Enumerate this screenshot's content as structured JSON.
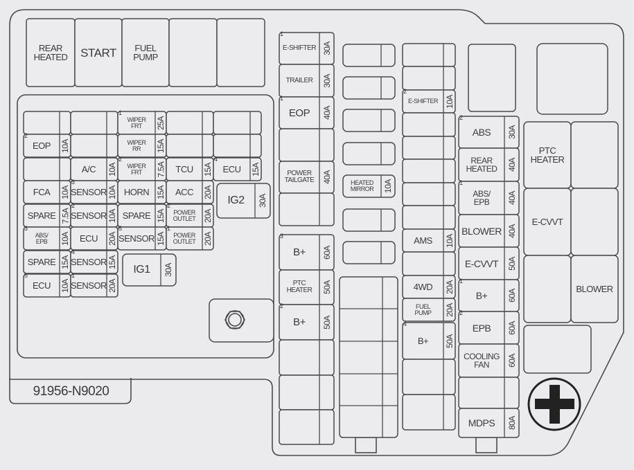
{
  "diagram": {
    "title": "Engine compartment fuse/relay box",
    "part_number": "91956-N9020",
    "top_relays": [
      {
        "label": "REAR\nHEATED"
      },
      {
        "label": "START"
      },
      {
        "label": "FUEL\nPUMP"
      },
      {
        "label": ""
      },
      {
        "label": ""
      }
    ],
    "left_fuses": [
      {
        "label": "",
        "amp": "",
        "num": ""
      },
      {
        "label": "",
        "amp": "",
        "num": ""
      },
      {
        "label": "WIPER\nFRT",
        "amp": "25A",
        "num": "1"
      },
      {
        "label": "",
        "amp": "",
        "num": ""
      },
      {
        "label": "",
        "amp": "",
        "num": ""
      },
      {
        "label": "EOP",
        "amp": "10A",
        "num": "2"
      },
      {
        "label": "",
        "amp": "",
        "num": ""
      },
      {
        "label": "WIPER\nRR",
        "amp": "15A",
        "num": ""
      },
      {
        "label": "",
        "amp": "",
        "num": ""
      },
      {
        "label": "",
        "amp": "",
        "num": ""
      },
      {
        "label": "",
        "amp": "",
        "num": ""
      },
      {
        "label": "A/C",
        "amp": "10A",
        "num": ""
      },
      {
        "label": "WIPER\nFRT",
        "amp": "7.5A",
        "num": "2"
      },
      {
        "label": "TCU",
        "amp": "15A",
        "num": ""
      },
      {
        "label": "ECU",
        "amp": "15A",
        "num": "4"
      },
      {
        "label": "FCA",
        "amp": "10A",
        "num": ""
      },
      {
        "label": "SENSOR",
        "amp": "10A",
        "num": "3"
      },
      {
        "label": "HORN",
        "amp": "15A",
        "num": ""
      },
      {
        "label": "ACC",
        "amp": "20A",
        "num": ""
      },
      {
        "label": "SPARE",
        "amp": "7.5A",
        "num": ""
      },
      {
        "label": "SENSOR",
        "amp": "10A",
        "num": "2"
      },
      {
        "label": "SPARE",
        "amp": "15A",
        "num": ""
      },
      {
        "label": "POWER\nOUTLET",
        "amp": "20A",
        "num": "2"
      },
      {
        "label": "ABS/\nEPB",
        "amp": "10A",
        "num": "3"
      },
      {
        "label": "ECU",
        "amp": "20A",
        "num": ""
      },
      {
        "label": "SENSOR",
        "amp": "15A",
        "num": "5"
      },
      {
        "label": "POWER\nOUTLET",
        "amp": "20A",
        "num": "1"
      },
      {
        "label": "SPARE",
        "amp": "15A",
        "num": ""
      },
      {
        "label": "SENSOR",
        "amp": "15A",
        "num": "4"
      },
      {
        "label": "ECU",
        "amp": "10A",
        "num": "5"
      },
      {
        "label": "SENSOR",
        "amp": "20A",
        "num": "1"
      }
    ],
    "ig_relays": [
      {
        "label": "IG2",
        "amp": "30A"
      },
      {
        "label": "IG1",
        "amp": "30A"
      }
    ],
    "col1": [
      {
        "label": "E-SHIFTER",
        "amp": "30A",
        "num": "1"
      },
      {
        "label": "TRAILER",
        "amp": "30A",
        "num": ""
      },
      {
        "label": "EOP",
        "amp": "40A",
        "num": "1"
      },
      {
        "label": "",
        "amp": "",
        "num": ""
      },
      {
        "label": "POWER\nTAILGATE",
        "amp": "40A",
        "num": ""
      },
      {
        "label": "",
        "amp": "",
        "num": ""
      },
      {
        "label": "B+",
        "amp": "60A",
        "num": "3"
      },
      {
        "label": "PTC\nHEATER",
        "amp": "50A",
        "num": ""
      },
      {
        "label": "B+",
        "amp": "50A",
        "num": "2"
      },
      {
        "label": "",
        "amp": "",
        "num": ""
      },
      {
        "label": "",
        "amp": "",
        "num": ""
      },
      {
        "label": "",
        "amp": "",
        "num": ""
      }
    ],
    "col2": [
      {
        "label": "",
        "amp": ""
      },
      {
        "label": "",
        "amp": ""
      },
      {
        "label": "",
        "amp": ""
      },
      {
        "label": "",
        "amp": ""
      },
      {
        "label": "HEATED\nMIRROR",
        "amp": "10A"
      },
      {
        "label": "",
        "amp": ""
      },
      {
        "label": "",
        "amp": ""
      }
    ],
    "col3": [
      {
        "label": "",
        "amp": "",
        "num": ""
      },
      {
        "label": "",
        "amp": "",
        "num": ""
      },
      {
        "label": "E-SHIFTER",
        "amp": "10A",
        "num": "2"
      },
      {
        "label": "",
        "amp": "",
        "num": ""
      },
      {
        "label": "",
        "amp": "",
        "num": ""
      },
      {
        "label": "",
        "amp": "",
        "num": ""
      },
      {
        "label": "",
        "amp": "",
        "num": ""
      },
      {
        "label": "",
        "amp": "",
        "num": ""
      },
      {
        "label": "AMS",
        "amp": "10A",
        "num": ""
      },
      {
        "label": "",
        "amp": "",
        "num": ""
      },
      {
        "label": "4WD",
        "amp": "20A",
        "num": ""
      },
      {
        "label": "FUEL\nPUMP",
        "amp": "20A",
        "num": ""
      },
      {
        "label": "B+",
        "amp": "50A",
        "num": "4"
      },
      {
        "label": "",
        "amp": "",
        "num": ""
      },
      {
        "label": "",
        "amp": "",
        "num": ""
      }
    ],
    "col4": [
      {
        "label": "ABS",
        "amp": "30A",
        "num": "2"
      },
      {
        "label": "REAR\nHEATED",
        "amp": "40A",
        "num": ""
      },
      {
        "label": "ABS/\nEPB",
        "amp": "40A",
        "num": "1"
      },
      {
        "label": "BLOWER",
        "amp": "40A",
        "num": ""
      },
      {
        "label": "E-CVVT",
        "amp": "50A",
        "num": ""
      },
      {
        "label": "B+",
        "amp": "60A",
        "num": "1"
      },
      {
        "label": "EPB",
        "amp": "60A",
        "num": "2"
      },
      {
        "label": "COOLING\nFAN",
        "amp": "60A",
        "num": ""
      },
      {
        "label": "",
        "amp": "",
        "num": ""
      },
      {
        "label": "MDPS",
        "amp": "80A",
        "num": ""
      }
    ],
    "right_relays": [
      {
        "label": "PTC\nHEATER"
      },
      {
        "label": ""
      },
      {
        "label": "E-CVVT"
      },
      {
        "label": ""
      },
      {
        "label": ""
      },
      {
        "label": "BLOWER"
      },
      {
        "label": ""
      }
    ],
    "battery_terminal": "positive-terminal"
  }
}
